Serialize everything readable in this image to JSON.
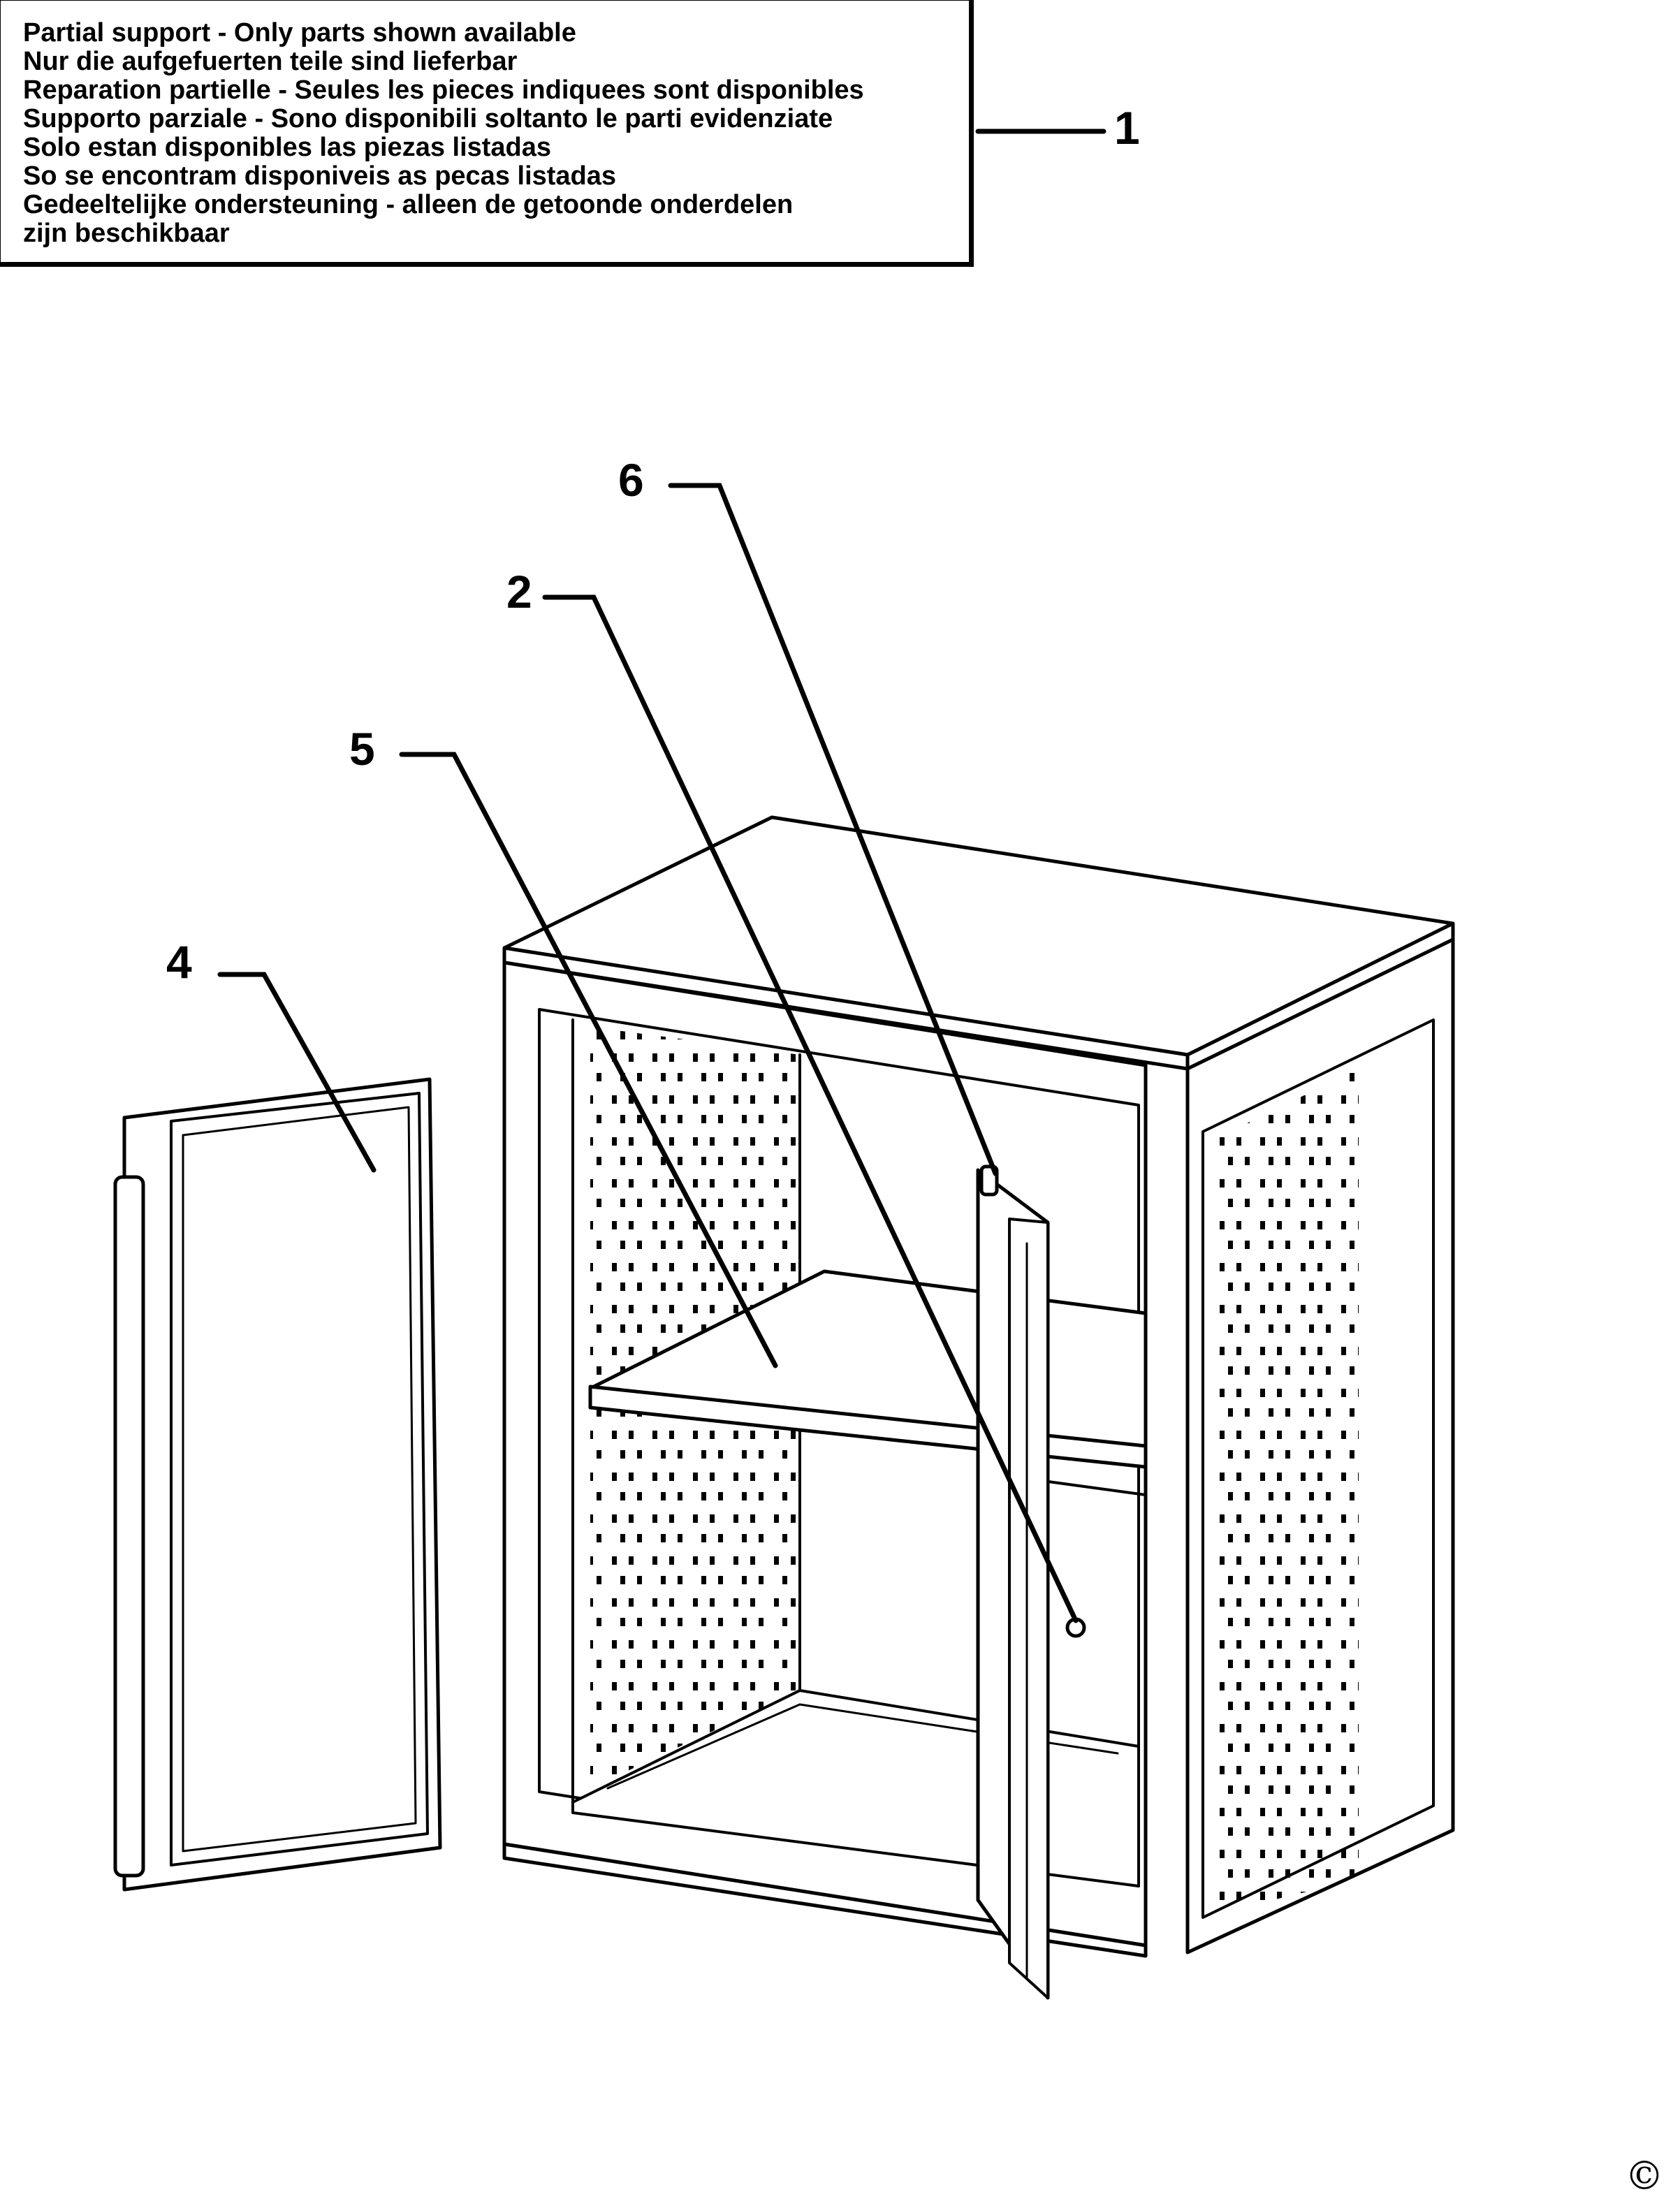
{
  "notice": {
    "lines": [
      "Partial support - Only parts shown available",
      "Nur die aufgefuerten teile sind lieferbar",
      "Reparation partielle - Seules les pieces indiquees sont disponibles",
      "Supporto parziale - Sono disponibili soltanto le parti evidenziate",
      "Solo estan disponibles las piezas listadas",
      "So se encontram disponiveis as pecas listadas",
      "Gedeeltelijke ondersteuning - alleen de getoonde onderdelen",
      "zijn beschikbaar"
    ]
  },
  "callouts": [
    {
      "id": "notice",
      "label": "1"
    },
    {
      "id": "cabinet-body",
      "label": "2"
    },
    {
      "id": "left-door",
      "label": "4"
    },
    {
      "id": "shelf",
      "label": "5"
    },
    {
      "id": "door-handle",
      "label": "6"
    }
  ],
  "copyright": "©"
}
